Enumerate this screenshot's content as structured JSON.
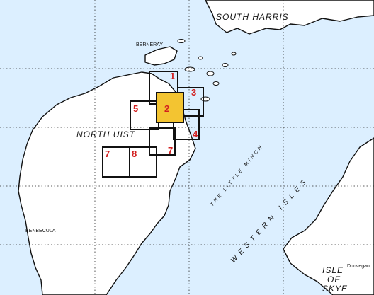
{
  "map": {
    "colors": {
      "sea": "#dcefff",
      "land": "#ffffff",
      "highlight": "#f3c431",
      "box_number": "#d21f1f"
    },
    "place_labels": {
      "south_harris": "SOUTH HARRIS",
      "berneray": "BERNERAY",
      "north_uist": "NORTH UIST",
      "benbecula": "BENBECULA",
      "the_little_minch": "THE LITTLE MINCH",
      "western_isles": "WESTERN ISLES",
      "isle_of_skye_1": "ISLE",
      "isle_of_skye_2": "OF",
      "isle_of_skye_3": "SKYE",
      "dunvegan": "Dunvegan"
    },
    "walk_boxes": [
      {
        "number": "1"
      },
      {
        "number": "2",
        "highlighted": true
      },
      {
        "number": "3"
      },
      {
        "number": "4"
      },
      {
        "number": "5"
      },
      {
        "number": "7",
        "position": "west"
      },
      {
        "number": "8"
      },
      {
        "number": "7",
        "position": "east"
      }
    ]
  }
}
